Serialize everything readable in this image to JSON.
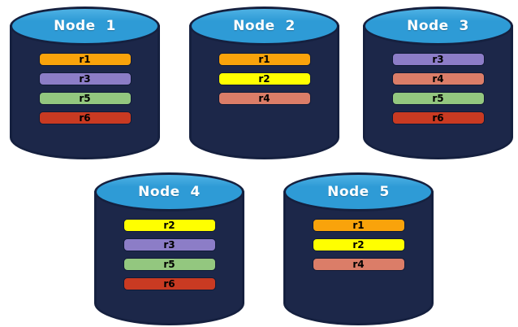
{
  "diagram": {
    "description": "Five database nodes with replicated partitions"
  },
  "colors": {
    "body_navy": "#1C2749",
    "outline_navy": "#15203F",
    "ellipse_blue": "#2E9BD6",
    "ellipse_highlight": "#4FB2E4",
    "bar_border": "#101A36",
    "replica_colors": {
      "r1": "#F9A30B",
      "r2": "#FFFF00",
      "r3": "#8C7DC7",
      "r4": "#DB7D68",
      "r5": "#93C77F",
      "r6": "#C93A22"
    }
  },
  "nodes": [
    {
      "label": "Node  1",
      "replicas": [
        "r1",
        "r3",
        "r5",
        "r6"
      ]
    },
    {
      "label": "Node  2",
      "replicas": [
        "r1",
        "r2",
        "r4"
      ]
    },
    {
      "label": "Node  3",
      "replicas": [
        "r3",
        "r4",
        "r5",
        "r6"
      ]
    },
    {
      "label": "Node  4",
      "replicas": [
        "r2",
        "r3",
        "r5",
        "r6"
      ]
    },
    {
      "label": "Node  5",
      "replicas": [
        "r1",
        "r2",
        "r4"
      ]
    }
  ]
}
